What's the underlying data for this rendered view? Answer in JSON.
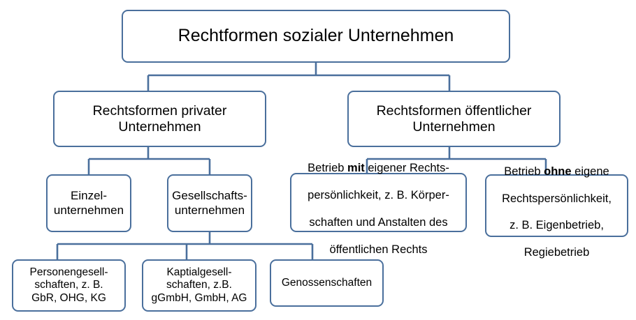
{
  "diagram": {
    "title": "Rechtformen sozialer Unternehmen",
    "accent_color": "#4a6f9c",
    "background_color": "#ffffff",
    "text_color": "#000000",
    "nodes": {
      "root": {
        "label": "Rechtformen sozialer Unternehmen"
      },
      "private": {
        "label": "Rechtsformen privater\nUnternehmen"
      },
      "public": {
        "label": "Rechtsformen öffentlicher\nUnternehmen"
      },
      "sole": {
        "label": "Einzel-\nunternehmen"
      },
      "company": {
        "label": "Gesellschafts-\nunternehmen"
      },
      "with_legal": {
        "line1_pre": "Betrieb ",
        "line1_bold": "mit",
        "line1_post": " eigener Rechts-",
        "line2": "persönlichkeit, z. B. Körper-",
        "line3": "schaften und Anstalten des",
        "line4": "öffentlichen Rechts"
      },
      "without_legal": {
        "line1_pre": "Betrieb ",
        "line1_bold": "ohne",
        "line1_post": " eigene",
        "line2": "Rechtspersönlichkeit,",
        "line3": "z. B. Eigenbetrieb,",
        "line4": "Regiebetrieb"
      },
      "partnership": {
        "label": "Personengesell-\nschaften, z. B.\nGbR, OHG, KG"
      },
      "corporation": {
        "label": "Kaptialgesell-\nschaften, z.B.\ngGmbH, GmbH, AG"
      },
      "cooperative": {
        "label": "Genossenschaften"
      }
    }
  }
}
